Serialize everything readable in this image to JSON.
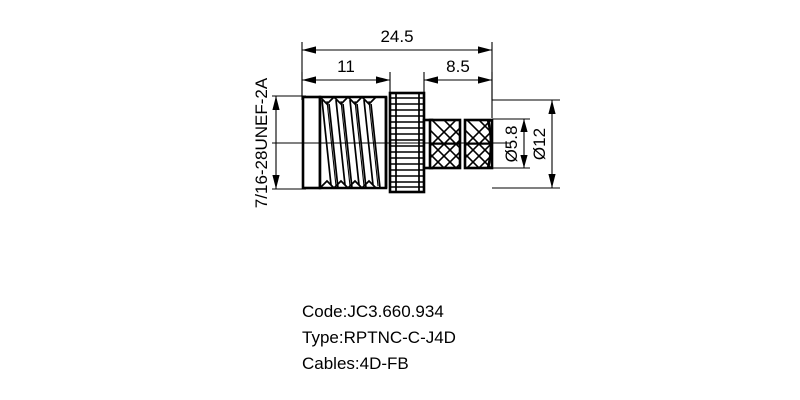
{
  "drawing": {
    "title_block": {
      "lines": [
        "Code:JC3.660.934",
        "Type:RPTNC-C-J4D",
        "Cables:4D-FB"
      ],
      "code_label": "Code:JC3.660.934",
      "type_label": "Type:RPTNC-C-J4D",
      "cables_label": "Cables:4D-FB"
    },
    "dimensions": {
      "overall_length": "24.5",
      "thread_length": "11",
      "knurl_length": "8.5",
      "inner_diameter": "Ø5.8",
      "outer_diameter": "Ø12",
      "thread_spec": "7/16-28UNEF-2A"
    },
    "colors": {
      "line": "#000000",
      "background": "#ffffff",
      "fill": "#ffffff"
    },
    "part": {
      "name": "RPTNC-C-J4D coaxial connector",
      "sections": [
        "hex-shoulder",
        "external-thread",
        "knurled-nut",
        "crimp-ferrule-front",
        "crimp-ferrule-rear"
      ]
    }
  }
}
